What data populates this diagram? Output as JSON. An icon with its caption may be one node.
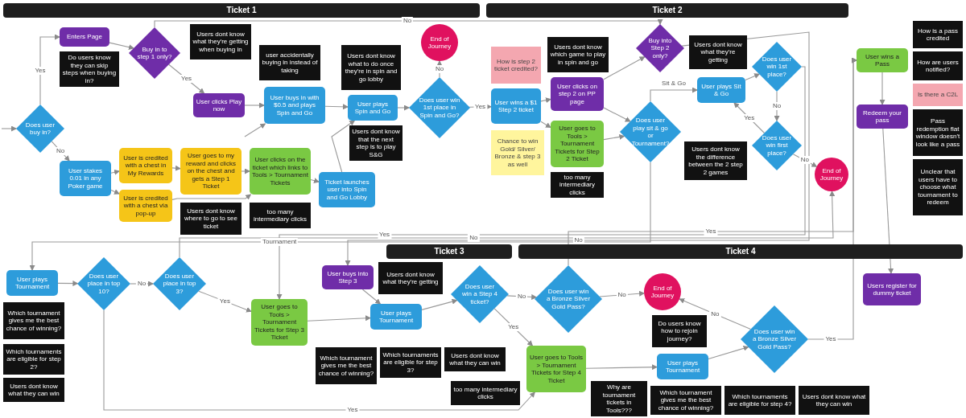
{
  "diagram": {
    "nodes": [
      {
        "text": [
          "Does user buy in?"
        ]
      },
      {
        "text": [
          "Enters Page"
        ],
        "beside": [
          "Do users know they can skip steps when buying in?"
        ]
      },
      {
        "text": [
          "Buy in to step 1 only?"
        ],
        "beside": [
          "Users dont know what they're getting when buying in"
        ]
      },
      {
        "text": [
          "User clicks Play now"
        ]
      },
      {
        "text": [
          "User stakes 0.01 in any Poker game"
        ]
      },
      {
        "text": [
          "User is credited with a chest in My Rewards"
        ]
      },
      {
        "text": [
          "User is credited with a chest via pop-up"
        ]
      },
      {
        "text": [
          "User goes to my reward and clicks on the chest and gets a Step 1 Ticket"
        ],
        "beside": [
          "Users dont know where to go to see ticket"
        ]
      },
      {
        "text": [
          "User clicks on the ticket which links to Tools > Tournament Tickets"
        ],
        "beside": [
          "too many intermediary clicks"
        ]
      },
      {
        "text": [
          "Ticket launches user into Spin and Go Lobby"
        ]
      },
      {
        "text": [
          "User buys in with $0.5 and plays Spin and Go"
        ],
        "beside": [
          "user accidentally buying in instead of taking"
        ]
      },
      {
        "text": [
          "User plays Spin and Go"
        ],
        "beside": [
          "Users dont know that the next step is to play S&G",
          "Users dont know what to do once they're in spin and go lobby"
        ]
      },
      {
        "text": [
          "Does user win 1st place in Spin and Go?"
        ]
      },
      {
        "text": [
          "End of Journey"
        ]
      },
      {
        "text": [
          "User wins a $1 Step 2 ticket"
        ],
        "beside": [
          "How is step 2 ticket credited?",
          "Chance to win Gold/ Silver/ Bronze & step 3 as well"
        ]
      },
      {
        "text": [
          "Buy into Step 2 only?"
        ],
        "beside": [
          "Users dont know what they're getting"
        ]
      },
      {
        "text": [
          "User clicks on step 2 on PP page"
        ],
        "beside": [
          "Users dont know which game to play in spin and go"
        ]
      },
      {
        "text": [
          "User goes to Tools > Tournament Tickets for Step 2 Ticket"
        ],
        "beside": [
          "too many intermediary clicks"
        ]
      },
      {
        "text": [
          "Does user play sit & go or Tournament?"
        ],
        "beside": [
          "Users dont know the difference between the 2 step 2 games"
        ]
      },
      {
        "text": [
          "User plays Sit & Go"
        ]
      },
      {
        "text": [
          "Does user win 1st place?"
        ]
      },
      {
        "text": [
          "Does user win first place?"
        ]
      },
      {
        "text": [
          "End of Journey"
        ]
      },
      {
        "text": [
          "User plays Tournament"
        ],
        "beside": [
          "Which tournament gives me the best chance of winning?",
          "Which tournaments are eligible for step 2?",
          "Users dont know what they can win"
        ]
      },
      {
        "text": [
          "Does user place in top 10?"
        ]
      },
      {
        "text": [
          "Does user place in top 3?"
        ]
      },
      {
        "text": [
          "User buys into Step 3"
        ],
        "beside": [
          "Users dont know what they're getting"
        ]
      },
      {
        "text": [
          "User goes to Tools > Tournament Tickets for Step 3 Ticket"
        ]
      },
      {
        "text": [
          "User plays Tournament"
        ],
        "beside": [
          "Which tournament gives me the best chance of winning?",
          "Which tournaments are eligible for step 3?",
          "Users dont know what they can win"
        ]
      },
      {
        "text": [
          "Does user win a Step 4 ticket?"
        ]
      },
      {
        "text": [
          "Does user win a Bronze Silver Gold Pass?"
        ]
      },
      {
        "text": [
          "End of Journey"
        ],
        "beside": [
          "Do users know how to rejoin journey?"
        ]
      },
      {
        "text": [
          "User wins a Pass"
        ],
        "beside": [
          "How is a pass credited",
          "How are users notified?"
        ]
      },
      {
        "text": [
          "Redeem your pass"
        ],
        "beside": [
          "Is there a C2L",
          "Pass redemption flat window doesn't look like a pass",
          "Unclear that users have to choose what tournament to redeem"
        ]
      },
      {
        "text": [
          "Users register for dummy ticket"
        ]
      },
      {
        "text": [
          "User goes to Tools > Tournament Tickets for Step 4 Ticket"
        ],
        "beside": [
          "Why are tournament tickets in Tools???",
          "too many intermediary clicks"
        ]
      },
      {
        "text": [
          "User plays Tournament"
        ],
        "beside": [
          "Which tournament gives me the best chance of winning?",
          "Which tournaments are eligible for step 4?",
          "Users dont know what they can win"
        ]
      },
      {
        "text": [
          "Does user win a Bronze Silver Gold Pass?"
        ]
      }
    ],
    "edges": [
      {
        "from": null,
        "to": 0,
        "arrow": "to"
      },
      {
        "from": 0,
        "to": 1,
        "arrow": "to",
        "label": "Yes"
      },
      {
        "from": 1,
        "to": 2,
        "arrow": "to"
      },
      {
        "from": 2,
        "to": 15,
        "arrow": "to",
        "label": "No"
      },
      {
        "from": 2,
        "to": 3,
        "arrow": "to",
        "label": "Yes"
      },
      {
        "from": 3,
        "to": 10,
        "arrow": "to"
      },
      {
        "from": null,
        "to": 10,
        "arrow": "to"
      },
      {
        "from": 0,
        "to": 4,
        "arrow": "to",
        "label": "No"
      },
      {
        "from": 4,
        "to": 5,
        "arrow": "to"
      },
      {
        "from": 4,
        "to": 6,
        "arrow": "to"
      },
      {
        "from": 5,
        "to": 7,
        "arrow": "to"
      },
      {
        "from": 6,
        "to": 8,
        "arrow": "to"
      },
      {
        "from": 7,
        "to": 8,
        "arrow": "to"
      },
      {
        "from": 8,
        "to": 9,
        "arrow": "to"
      },
      {
        "from": 9,
        "to": 11,
        "arrow": "to"
      },
      {
        "from": 10,
        "to": 11,
        "arrow": "to"
      },
      {
        "from": 11,
        "to": 12,
        "arrow": "to"
      },
      {
        "from": 12,
        "to": 13,
        "arrow": "to",
        "label": "No"
      },
      {
        "from": 12,
        "to": 14,
        "arrow": "to",
        "label": "Yes"
      },
      {
        "from": 14,
        "to": 16,
        "arrow": "to"
      },
      {
        "from": 14,
        "to": 17,
        "arrow": "to"
      },
      {
        "from": 16,
        "to": 15,
        "arrow": "to"
      },
      {
        "from": 15,
        "to": 26,
        "arrow": "to",
        "label": "No"
      },
      {
        "from": 16,
        "to": 18,
        "arrow": "to"
      },
      {
        "from": 17,
        "to": 18,
        "arrow": "to"
      },
      {
        "from": 18,
        "to": 19,
        "arrow": "to",
        "label": "Sit & Go"
      },
      {
        "from": 18,
        "to": 23,
        "arrow": "to",
        "label": "Tournament"
      },
      {
        "from": 19,
        "to": 20,
        "arrow": "to"
      },
      {
        "from": 20,
        "to": 27,
        "arrow": "to",
        "label": "Yes"
      },
      {
        "from": 20,
        "to": 21,
        "arrow": "to",
        "label": "No"
      },
      {
        "from": 21,
        "to": 19,
        "arrow": "to",
        "label": "Yes"
      },
      {
        "from": 21,
        "to": 22,
        "arrow": "to",
        "label": "No"
      },
      {
        "from": 23,
        "to": 24,
        "arrow": "to"
      },
      {
        "from": 24,
        "to": 25,
        "arrow": "to",
        "label": "No"
      },
      {
        "from": 25,
        "to": 22,
        "arrow": "to",
        "label": "No"
      },
      {
        "from": 25,
        "to": 27,
        "arrow": "to",
        "label": "Yes"
      },
      {
        "from": 24,
        "to": 35,
        "arrow": "to",
        "label": "Yes"
      },
      {
        "from": 26,
        "to": 28,
        "arrow": "to"
      },
      {
        "from": 27,
        "to": 28,
        "arrow": "to"
      },
      {
        "from": 28,
        "to": 29,
        "arrow": "to"
      },
      {
        "from": 29,
        "to": 30,
        "arrow": "to",
        "label": "No"
      },
      {
        "from": 29,
        "to": 35,
        "arrow": "to",
        "label": "Yes"
      },
      {
        "from": 30,
        "to": 32,
        "arrow": "to",
        "label": "Yes"
      },
      {
        "from": 30,
        "to": 31,
        "arrow": "to",
        "label": "No"
      },
      {
        "from": 35,
        "to": 36,
        "arrow": "to"
      },
      {
        "from": 36,
        "to": 37,
        "arrow": "to"
      },
      {
        "from": 37,
        "to": 31,
        "arrow": "to",
        "label": "No"
      },
      {
        "from": 37,
        "to": 32,
        "arrow": "to",
        "label": "Yes"
      },
      {
        "from": 32,
        "to": 33,
        "arrow": "to"
      },
      {
        "from": 33,
        "to": 34,
        "arrow": "to"
      }
    ],
    "labels": [
      "Ticket 1",
      "Ticket 2",
      "Ticket 3",
      "Ticket 4"
    ]
  }
}
